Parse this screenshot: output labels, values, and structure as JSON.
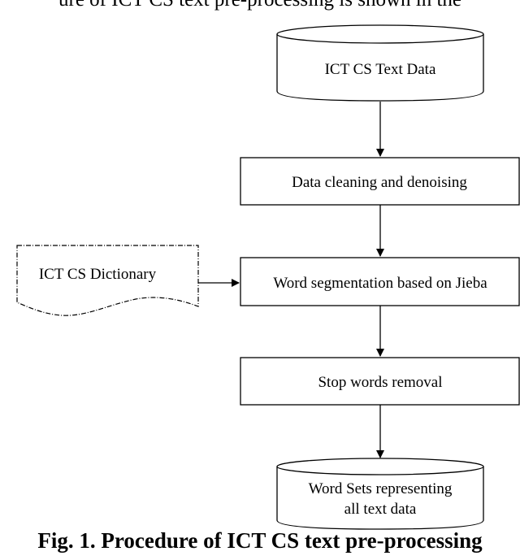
{
  "header_fragment": "ure of ICT CS text pre-processing is shown in the",
  "nodes": {
    "text_data": "ICT CS Text Data",
    "cleaning": "Data cleaning and denoising",
    "dictionary": "ICT CS Dictionary",
    "segmentation": "Word segmentation based on Jieba",
    "stopwords": "Stop words removal",
    "word_sets_line1": "Word Sets representing",
    "word_sets_line2": "all text data"
  },
  "caption": "Fig. 1. Procedure of ICT CS text pre-processing"
}
